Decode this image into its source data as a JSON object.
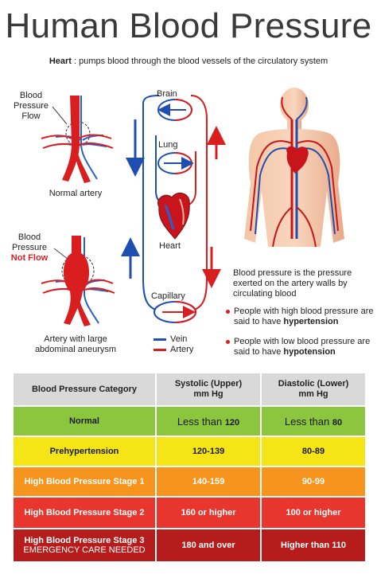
{
  "title": "Human Blood Pressure",
  "subtitle": {
    "bold": "Heart",
    "text": " : pumps blood through the blood vessels of the circulatory system"
  },
  "normal_artery": {
    "label_lines": [
      "Blood",
      "Pressure",
      "Flow"
    ],
    "caption": "Normal artery"
  },
  "aneurysm": {
    "label_lines": [
      "Blood",
      "Pressure"
    ],
    "label_red": "Not Flow",
    "caption_lines": [
      "Artery with large",
      "abdominal aneurysm"
    ]
  },
  "circulation": {
    "brain": "Brain",
    "lung": "Lung",
    "heart": "Heart",
    "capillary": "Capillary"
  },
  "legend": {
    "vein": "Vein",
    "artery": "Artery",
    "vein_color": "#1e4fb0",
    "artery_color": "#d81e1e"
  },
  "description": "Blood pressure is the pressure exerted on the artery walls by circulating blood",
  "bullets": [
    {
      "text": "People with high blood pressure are said to have ",
      "bold": "hypertension"
    },
    {
      "text": "People with low blood pressure are said to have ",
      "bold": "hypotension"
    }
  ],
  "table": {
    "headers": [
      "Blood Pressure Category",
      "Systolic (Upper)\nmm Hg",
      "Diastolic (Lower)\nmm Hg"
    ],
    "rows": [
      {
        "category": "Normal",
        "systolic_prefix": "Less than ",
        "systolic": "120",
        "diastolic_prefix": "Less than ",
        "diastolic": "80",
        "bg": "#8cc63f",
        "color": "#1a1a1a"
      },
      {
        "category": "Prehypertension",
        "systolic": "120-139",
        "diastolic": "80-89",
        "bg": "#f5e416",
        "color": "#1a1a1a"
      },
      {
        "category": "High Blood Pressure Stage 1",
        "systolic": "140-159",
        "diastolic": "90-99",
        "bg": "#f7941d",
        "color": "#ffffff"
      },
      {
        "category": "High Blood Pressure Stage 2",
        "systolic": "160 or higher",
        "diastolic": "100 or higher",
        "bg": "#e8362e",
        "color": "#ffffff"
      },
      {
        "category": "High Blood Pressure Stage 3",
        "category_sub": "EMERGENCY CARE NEEDED",
        "systolic": "180 and over",
        "diastolic": "Higher than 110",
        "bg": "#b61c1c",
        "color": "#ffffff"
      }
    ]
  }
}
